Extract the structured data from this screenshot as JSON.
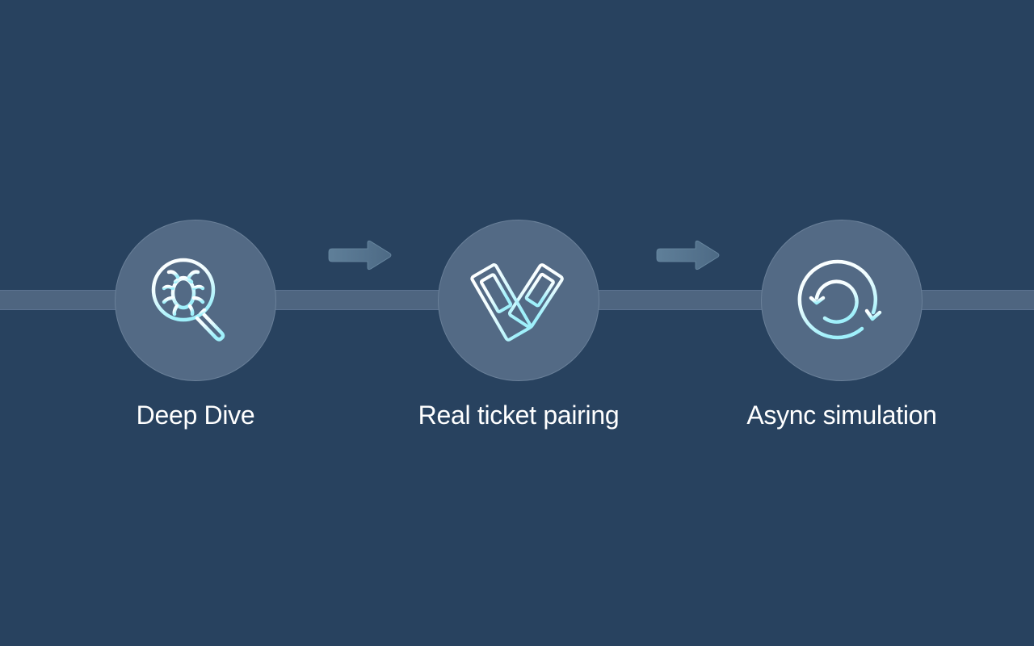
{
  "diagram": {
    "type": "process-flow",
    "colors": {
      "background": "#28425f",
      "circle_fill": "#536a85",
      "connector": "#4e6580",
      "arrow": "#5d7a93",
      "icon_gradient_start": "#ffffff",
      "icon_gradient_end": "#9ff0fb",
      "label": "#ffffff"
    },
    "steps": [
      {
        "label": "Deep Dive",
        "icon": "bug-magnifier-icon"
      },
      {
        "label": "Real ticket pairing",
        "icon": "tickets-icon"
      },
      {
        "label": "Async simulation",
        "icon": "cycle-arrows-icon"
      }
    ],
    "arrows": [
      {
        "from": "Deep Dive",
        "to": "Real ticket pairing",
        "icon": "arrow-right-icon"
      },
      {
        "from": "Real ticket pairing",
        "to": "Async simulation",
        "icon": "arrow-right-icon"
      }
    ]
  }
}
